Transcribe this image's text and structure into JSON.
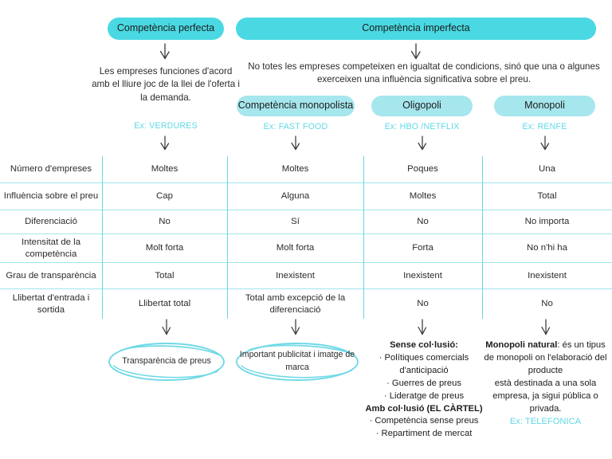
{
  "colors": {
    "pill_primary": "#4ad9e2",
    "pill_sub": "#a6e6ed",
    "accent_text": "#5fd9e6",
    "grid_vertical": "#63d7e3",
    "grid_horizontal": "#9fe6ef",
    "text": "#2b2b2b",
    "background": "#ffffff"
  },
  "top": {
    "perfect": {
      "title": "Competència perfecta",
      "description": "Les empreses funciones d'acord amb el lliure joc de la llei de l'oferta i la demanda.",
      "example": "Ex: VERDURES"
    },
    "imperfect": {
      "title": "Competència imperfecta",
      "description": "No totes les empreses competeixen en igualtat de condicions, sinó que una o algunes exerceixen una influència significativa sobre el preu."
    }
  },
  "subtypes": [
    {
      "title": "Competència monopolista",
      "example": "Ex: FAST FOOD"
    },
    {
      "title": "Oligopoli",
      "example": "Ex: HBO /NETFLIX"
    },
    {
      "title": "Monopoli",
      "example": "Ex: RENFE"
    }
  ],
  "table": {
    "rows": [
      {
        "label": "Número d'empreses",
        "values": [
          "Moltes",
          "Moltes",
          "Poques",
          "Una"
        ]
      },
      {
        "label": "Influència sobre el preu",
        "values": [
          "Cap",
          "Alguna",
          "Moltes",
          "Total"
        ]
      },
      {
        "label": "Diferenciació",
        "values": [
          "No",
          "Sí",
          "No",
          "No importa"
        ]
      },
      {
        "label": "Intensitat de la competència",
        "values": [
          "Molt forta",
          "Molt forta",
          "Forta",
          "No n'hi ha"
        ]
      },
      {
        "label": "Grau de transparència",
        "values": [
          "Total",
          "Inexistent",
          "Inexistent",
          "Inexistent"
        ]
      },
      {
        "label": "Llibertat d'entrada i sortida",
        "values": [
          "Llibertat total",
          "Total amb excepció de la diferenciació",
          "No",
          "No"
        ]
      }
    ]
  },
  "bottom": {
    "perfect_circle": "Transparència de preus",
    "monopolista_circle": "Important publicitat i imatge de marca",
    "oligopoli": {
      "heading_1": "Sense col·lusió:",
      "items_1": [
        "· Polítiques comercials d'anticipació",
        "· Guerres de preus",
        "· Lideratge de preus"
      ],
      "heading_2": "Amb col·lusió (EL CÀRTEL)",
      "items_2": [
        "· Competència sense preus",
        "· Repartiment de mercat"
      ]
    },
    "monopoli": {
      "term": "Monopoli natural",
      "definition": ": és un tipus de monopoli on l'elaboració del producte",
      "definition_2": "està destinada a una sola empresa, ja sigui pública o privada.",
      "example": "Ex: TELEFONICA"
    }
  },
  "icons": {
    "arrow": "arrow-down-icon",
    "ellipse": "hand-drawn-ellipse-icon"
  }
}
